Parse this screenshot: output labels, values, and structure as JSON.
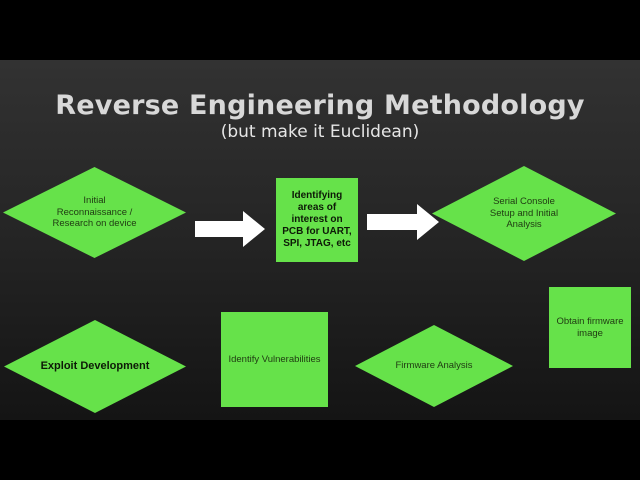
{
  "slide": {
    "title": "Reverse Engineering Methodology",
    "subtitle": "(but make it Euclidean)",
    "accent_color": "#66e24a"
  },
  "nodes": {
    "recon": "Initial Reconnaissance / Research on device",
    "identify_pcb": "Identifying areas of interest on PCB for  UART, SPI, JTAG, etc",
    "serial_console": "Serial Console Setup and Initial Analysis",
    "obtain_firmware": "Obtain firmware image",
    "firmware_analysis": "Firmware Analysis",
    "identify_vulns": "Identify Vulnerabilities",
    "exploit_dev": "Exploit Development"
  }
}
